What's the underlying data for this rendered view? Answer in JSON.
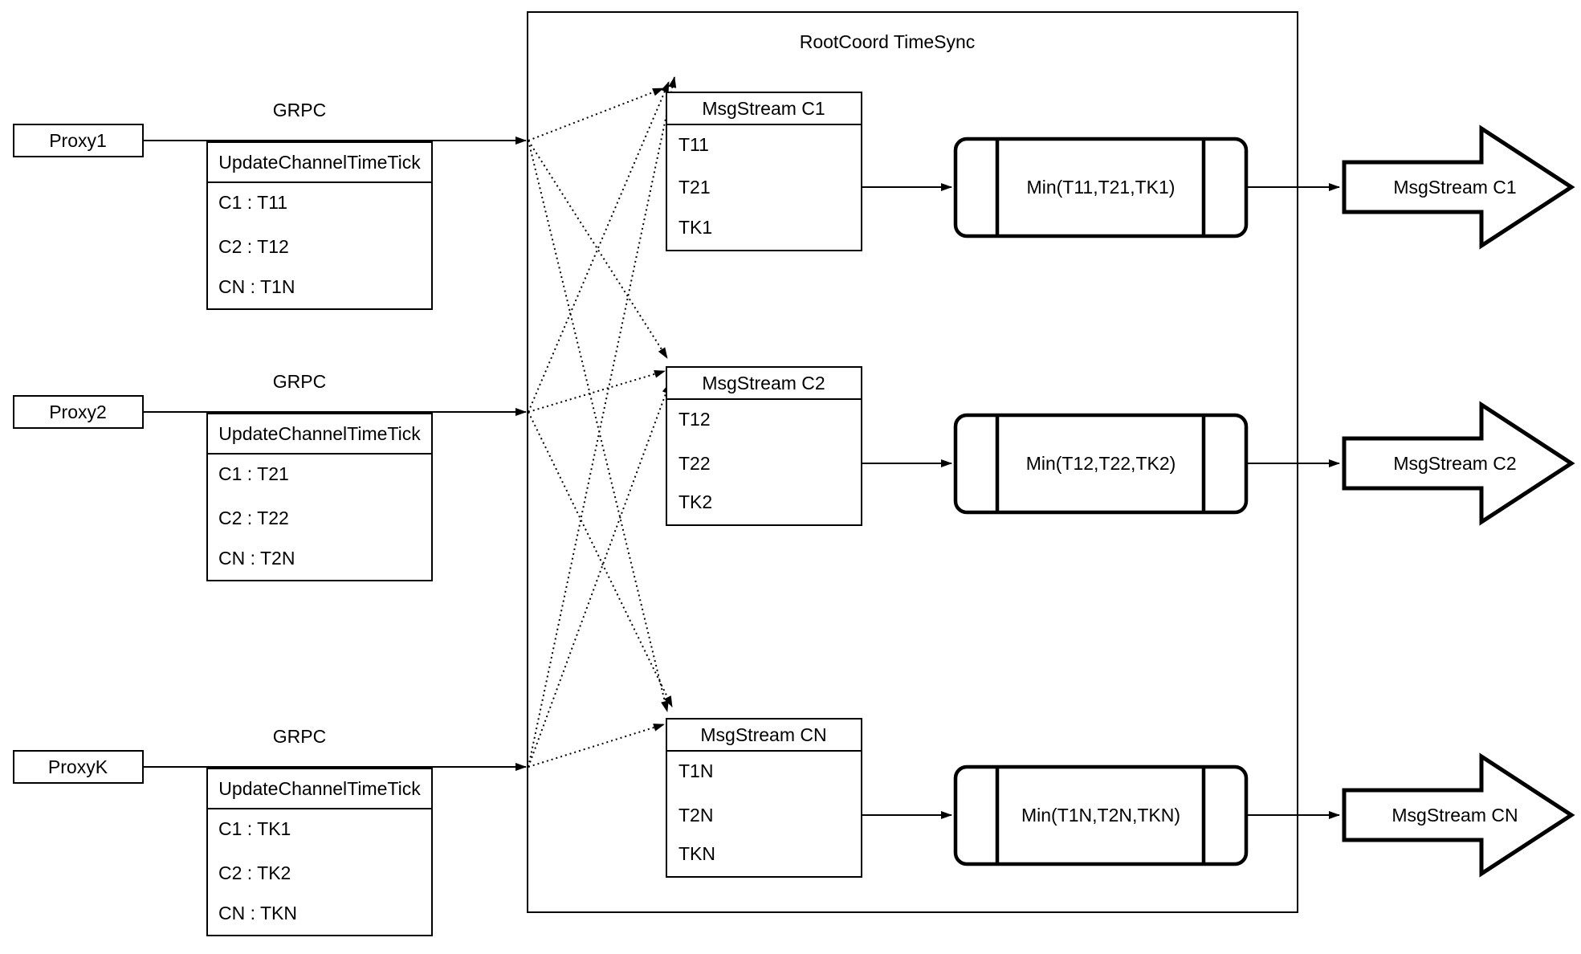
{
  "diagram": {
    "title": "RootCoord TimeSync",
    "colors": {
      "stroke": "#000000",
      "fill": "#ffffff",
      "background": "#ffffff"
    },
    "proxies": [
      {
        "name": "Proxy1",
        "protocol": "GRPC",
        "message": {
          "header": "UpdateChannelTimeTick",
          "rows": [
            "C1 : T11",
            "C2 : T12",
            "CN : T1N"
          ]
        }
      },
      {
        "name": "Proxy2",
        "protocol": "GRPC",
        "message": {
          "header": "UpdateChannelTimeTick",
          "rows": [
            "C1 : T21",
            "C2 : T22",
            "CN : T2N"
          ]
        }
      },
      {
        "name": "ProxyK",
        "protocol": "GRPC",
        "message": {
          "header": "UpdateChannelTimeTick",
          "rows": [
            "C1 : TK1",
            "C2 : TK2",
            "CN : TKN"
          ]
        }
      }
    ],
    "channels": [
      {
        "stream": {
          "header": "MsgStream C1",
          "rows": [
            "T11",
            "T21",
            "TK1"
          ]
        },
        "min_label": "Min(T11,T21,TK1)",
        "output": "MsgStream C1"
      },
      {
        "stream": {
          "header": "MsgStream C2",
          "rows": [
            "T12",
            "T22",
            "TK2"
          ]
        },
        "min_label": "Min(T12,T22,TK2)",
        "output": "MsgStream C2"
      },
      {
        "stream": {
          "header": "MsgStream CN",
          "rows": [
            "T1N",
            "T2N",
            "TKN"
          ]
        },
        "min_label": "Min(T1N,T2N,TKN)",
        "output": "MsgStream CN"
      }
    ]
  }
}
